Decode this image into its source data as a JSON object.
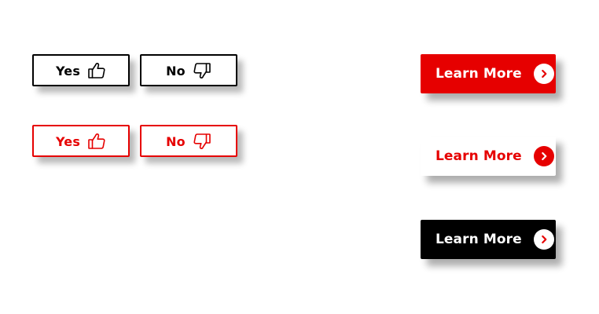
{
  "feedback": {
    "yes_label": "Yes",
    "no_label": "No",
    "variants": [
      {
        "style": "black-outline",
        "color": "#000000"
      },
      {
        "style": "red-outline",
        "color": "#e60000"
      }
    ],
    "icons": {
      "yes": "thumbs-up-icon",
      "no": "thumbs-down-icon"
    }
  },
  "cta": {
    "label": "Learn More",
    "icon": "chevron-right-icon",
    "variants": [
      {
        "style": "primary-red",
        "background": "#e60000",
        "text_color": "#ffffff"
      },
      {
        "style": "secondary-white",
        "background": "#ffffff",
        "text_color": "#e60000"
      },
      {
        "style": "dark-black",
        "background": "#000000",
        "text_color": "#ffffff"
      }
    ]
  },
  "colors": {
    "brand_red": "#e60000",
    "black": "#000000",
    "white": "#ffffff"
  }
}
